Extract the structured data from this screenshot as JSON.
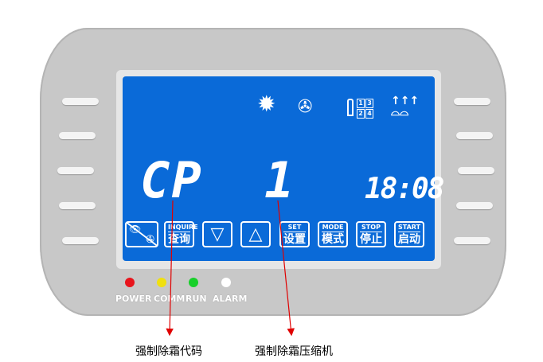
{
  "lcd": {
    "code": "CP",
    "compressor": "1",
    "time": "18:08",
    "status_icons": [
      "sun-icon",
      "fan-icon",
      "compressor-icon",
      "defrost-heater-icon"
    ]
  },
  "buttons": [
    {
      "en": "",
      "cn": "",
      "icon": "eye-fan-icon"
    },
    {
      "en": "INQUIRE",
      "cn": "查询"
    },
    {
      "en": "",
      "cn": "",
      "icon": "down-triangle-icon"
    },
    {
      "en": "",
      "cn": "",
      "icon": "up-triangle-icon"
    },
    {
      "en": "SET",
      "cn": "设置"
    },
    {
      "en": "MODE",
      "cn": "模式"
    },
    {
      "en": "STOP",
      "cn": "停止"
    },
    {
      "en": "START",
      "cn": "启动"
    }
  ],
  "leds": [
    {
      "label": "POWER",
      "color": "#e8141c"
    },
    {
      "label": "COMM",
      "color": "#f0e010"
    },
    {
      "label": "RUN",
      "color": "#18d02a"
    },
    {
      "label": "ALARM",
      "color": "#ffffff"
    }
  ],
  "compressor_grid": [
    "1",
    "3",
    "2",
    "4"
  ],
  "annotations": [
    {
      "text": "强制除霜代码"
    },
    {
      "text": "强制除霜压缩机"
    }
  ],
  "arrow_color": "#e00000"
}
